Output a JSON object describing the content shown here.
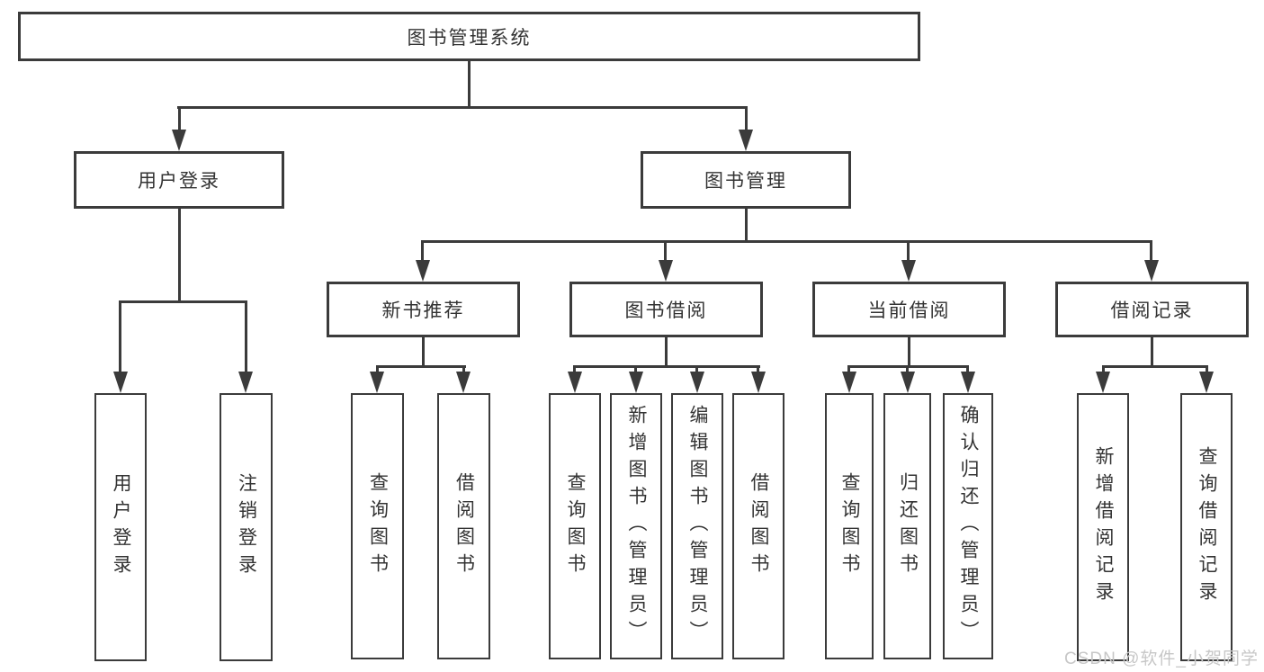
{
  "colors": {
    "line": "#3b3b3b",
    "text": "#333333",
    "watermark": "#c7c7c7",
    "background": "#ffffff"
  },
  "watermark": "CSDN @软件_小贺同学",
  "nodes": {
    "root": "图书管理系统",
    "user_login": "用户登录",
    "book_management": "图书管理",
    "new_book_recommend": "新书推荐",
    "book_borrow": "图书借阅",
    "current_borrow": "当前借阅",
    "borrow_records": "借阅记录",
    "leaf_user_login": "用户登录",
    "leaf_logout": "注销登录",
    "leaf_query_books_recommend": "查询图书",
    "leaf_borrow_books_recommend": "借阅图书",
    "leaf_query_books_borrow": "查询图书",
    "leaf_add_books_admin": "新增图书（管理员）",
    "leaf_edit_books_admin": "编辑图书（管理员）",
    "leaf_borrow_books_borrow": "借阅图书",
    "leaf_query_books_current": "查询图书",
    "leaf_return_books": "归还图书",
    "leaf_confirm_return_admin": "确认归还（管理员）",
    "leaf_add_borrow_record": "新增借阅记录",
    "leaf_query_borrow_record": "查询借阅记录"
  }
}
